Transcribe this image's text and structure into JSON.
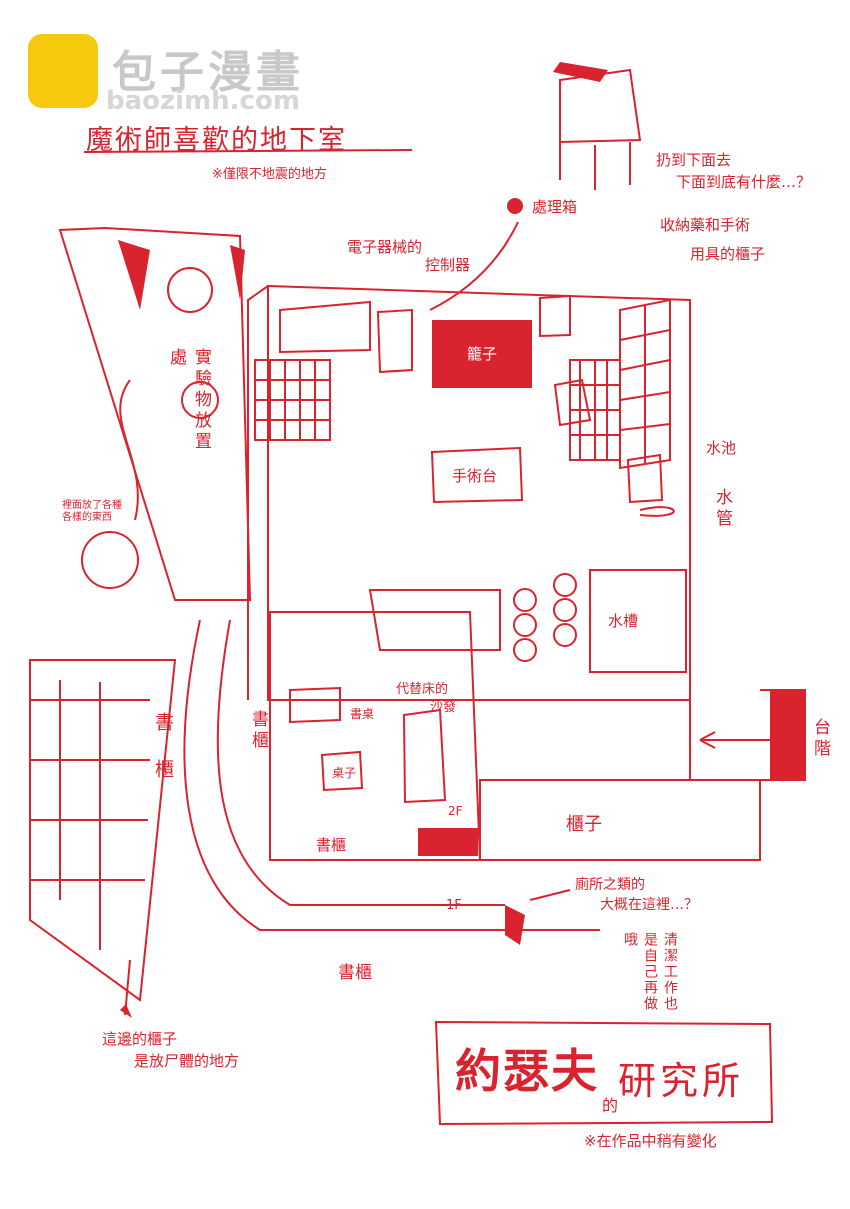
{
  "watermark": {
    "name": "包子漫畫",
    "url": "baozimh.com"
  },
  "header": {
    "title": "魔術師喜歡的地下室",
    "note": "※僅限不地震的地方"
  },
  "labels": {
    "throw_down": "扔到下面去",
    "whats_below": "下面到底有什麼…？",
    "disposal_box": "處理箱",
    "electronics": "電子器械的",
    "controller": "控制器",
    "storage": "收納藥和手術",
    "tools_cabinet": "用具的櫃子",
    "cage": "籠子",
    "operating_table": "手術台",
    "sink": "水池",
    "pipe": "水管",
    "experiment_storage": "實驗物放置處",
    "inside_stuff": "裡面放了各種各樣的東西",
    "water_tank": "水槽",
    "sofa_top": "代替床的",
    "sofa": "沙發",
    "desk": "書桌",
    "table": "桌子",
    "bookshelf": "書櫃",
    "stairs": "台階",
    "cabinet": "櫃子",
    "toilet_line1": "廁所之類的",
    "toilet_line2": "大概在這裡…？",
    "floor_2f": "2F",
    "floor_1f": "1F",
    "cleaning": "清潔工作也是自己再做哦",
    "corpse_line1": "這邊的櫃子",
    "corpse_line2": "是放尸體的地方",
    "lab_title": "約瑟夫",
    "lab_de": "的",
    "lab_sub": "研究所",
    "changed_note": "※在作品中稍有變化"
  },
  "colors": {
    "accent": "#d9232e",
    "watermark": "#f6c90e"
  }
}
